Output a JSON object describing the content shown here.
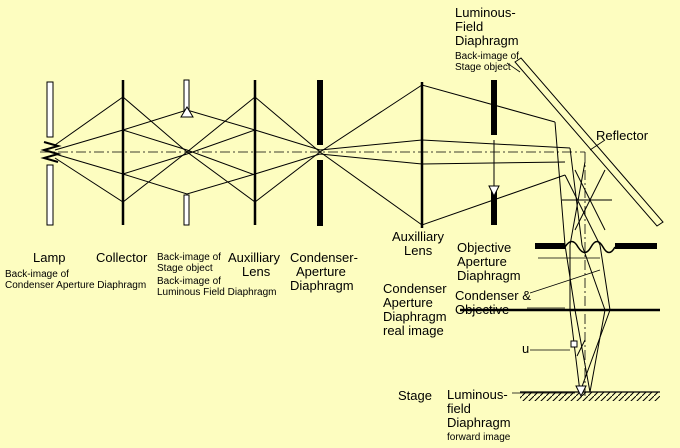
{
  "colors": {
    "background": "#fdfdc0",
    "ink": "#000000"
  },
  "labels": {
    "lamp": "Lamp",
    "lamp_sub1": "Back-image of",
    "lamp_sub2": "Condenser Aperture Diaphragm",
    "collector": "Collector",
    "backimage_stage1": "Back-image of",
    "backimage_stage2": "Stage object",
    "backimage_lfd1": "Back-image of",
    "backimage_lfd2": "Luminous Field Diaphragm",
    "aux_lens1_a": "Auxilliary",
    "aux_lens1_b": "Lens",
    "cond_ap_a": "Condenser-",
    "cond_ap_b": "Aperture",
    "cond_ap_c": "Diaphragm",
    "aux_lens2_a": "Auxilliary",
    "aux_lens2_b": "Lens",
    "lfd_a": "Luminous-",
    "lfd_b": "Field",
    "lfd_c": "Diaphragm",
    "lfd_sub1": "Back-image of",
    "lfd_sub2": "Stage object",
    "reflector": "Reflector",
    "obj_ap_a": "Objective",
    "obj_ap_b": "Aperture",
    "obj_ap_c": "Diaphragm",
    "cond_real_a": "Condenser",
    "cond_real_b": "Aperture",
    "cond_real_c": "Diaphragm",
    "cond_real_d": "real image",
    "cond_obj_a": "Condenser &",
    "cond_obj_b": "Objective",
    "u": "u",
    "stage": "Stage",
    "lf_fwd_a": "Luminous-",
    "lf_fwd_b": "field",
    "lf_fwd_c": "Diaphragm",
    "lf_fwd_d": "forward image"
  }
}
